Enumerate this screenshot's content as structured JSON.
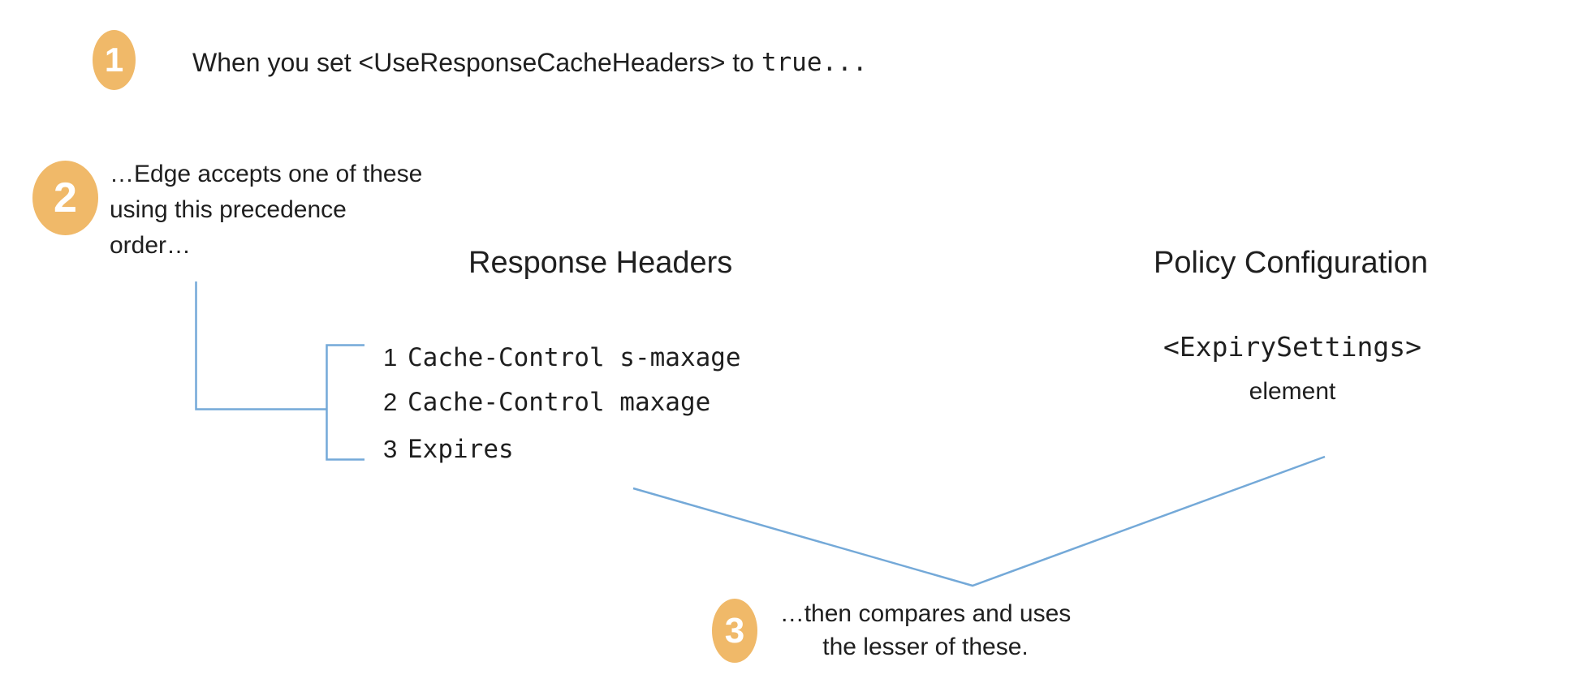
{
  "colors": {
    "accent_orange": "#F0B969",
    "connector_blue": "#74A9D8",
    "badge_text": "#FFFFFF",
    "text": "#1F1F1F"
  },
  "steps": {
    "step1": {
      "number": "1",
      "text": "When you set <UseResponseCacheHeaders> to ",
      "code": "true..."
    },
    "step2": {
      "number": "2",
      "line1": "…Edge accepts one of these",
      "line2": "using this precedence",
      "line3": "order…"
    },
    "step3": {
      "number": "3",
      "line1": "…then compares and uses",
      "line2": "the lesser of these."
    }
  },
  "response_headers": {
    "title": "Response Headers",
    "items": [
      {
        "rank": "1",
        "name": "Cache-Control s-maxage"
      },
      {
        "rank": "2",
        "name": "Cache-Control maxage"
      },
      {
        "rank": "3",
        "name": "Expires"
      }
    ]
  },
  "policy_configuration": {
    "title": "Policy Configuration",
    "code": "<ExpirySettings>",
    "caption": "element"
  }
}
